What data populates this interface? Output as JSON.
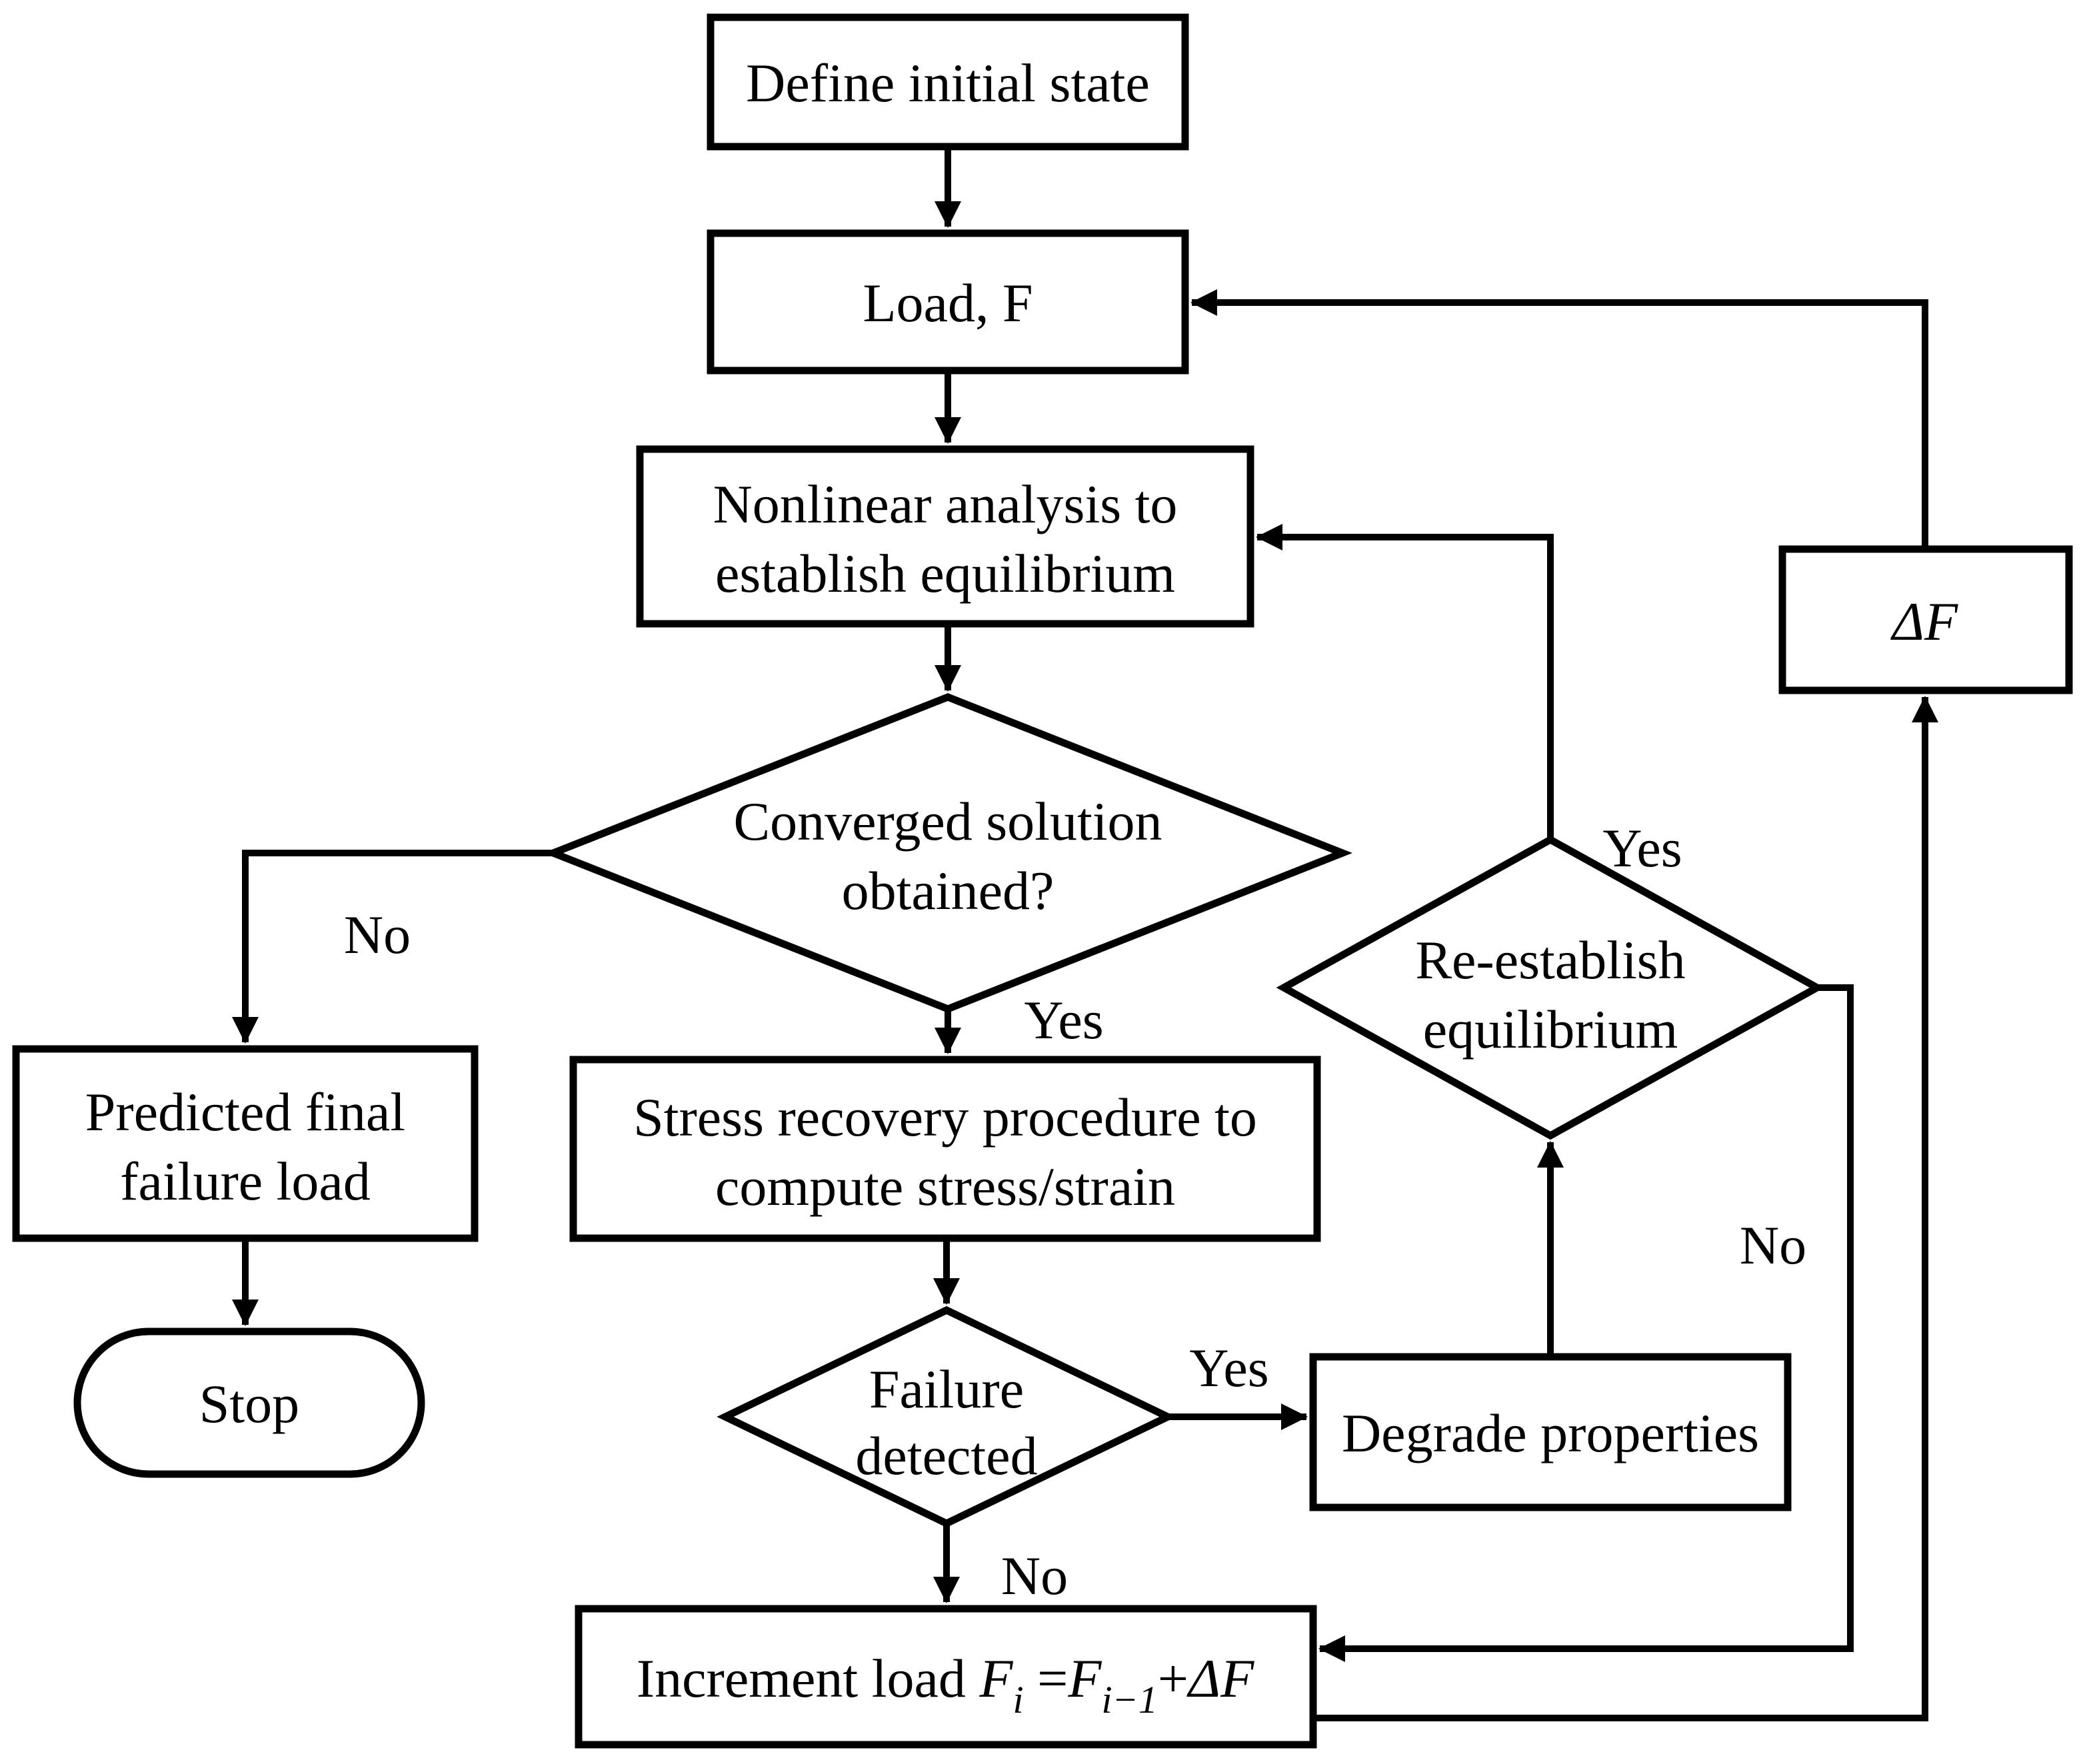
{
  "nodes": {
    "define": {
      "label": "Define initial state"
    },
    "load": {
      "label": "Load, F"
    },
    "nonlinear": {
      "line1": "Nonlinear analysis to",
      "line2": "establish equilibrium"
    },
    "converged": {
      "line1": "Converged solution",
      "line2": "obtained?"
    },
    "predicted": {
      "line1": "Predicted final",
      "line2": "failure load"
    },
    "stop": {
      "label": "Stop"
    },
    "stress": {
      "line1": "Stress recovery procedure to",
      "line2": "compute stress/strain"
    },
    "failure": {
      "line1": "Failure",
      "line2": "detected"
    },
    "degrade": {
      "label": "Degrade properties"
    },
    "reestablish": {
      "line1": "Re-establish",
      "line2": "equilibrium"
    },
    "deltaF": {
      "label": "ΔF"
    },
    "increment": {
      "prefix": "Increment load ",
      "f1": "F",
      "sub1": "i",
      "eq": " =",
      "f2": "F",
      "sub2": "i−1",
      "plus": "+",
      "df": "ΔF"
    }
  },
  "edge_labels": {
    "converged_no": "No",
    "converged_yes": "Yes",
    "failure_yes": "Yes",
    "failure_no": "No",
    "reestablish_yes": "Yes",
    "reestablish_no": "No"
  },
  "colors": {
    "stroke": "#000000",
    "background": "#ffffff",
    "text": "#000000"
  }
}
